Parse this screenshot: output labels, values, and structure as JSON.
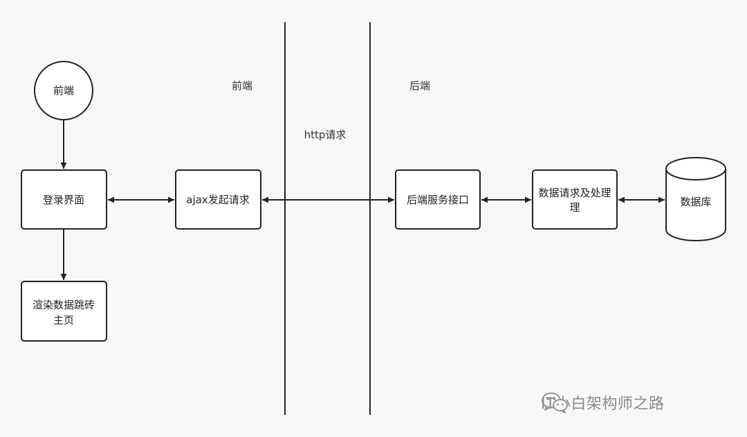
{
  "nodes": {
    "frontend_start": "前端",
    "login": "登录界面",
    "render": [
      "渲染数据跳砖",
      "主页"
    ],
    "ajax": "ajax发起请求",
    "backend_api": "后端服务接口",
    "data_process": [
      "数据请求及处理",
      "理"
    ],
    "database": "数据库"
  },
  "labels": {
    "frontend": "前端",
    "http": "http请求",
    "backend": "后端"
  },
  "watermark": {
    "text": "IT小白架构师之路",
    "icon": "wechat-icon"
  },
  "colors": {
    "stroke": "#222222",
    "box_fill": "#ffffff",
    "background": "#f7f7f7",
    "watermark": "#8a8a8a"
  }
}
